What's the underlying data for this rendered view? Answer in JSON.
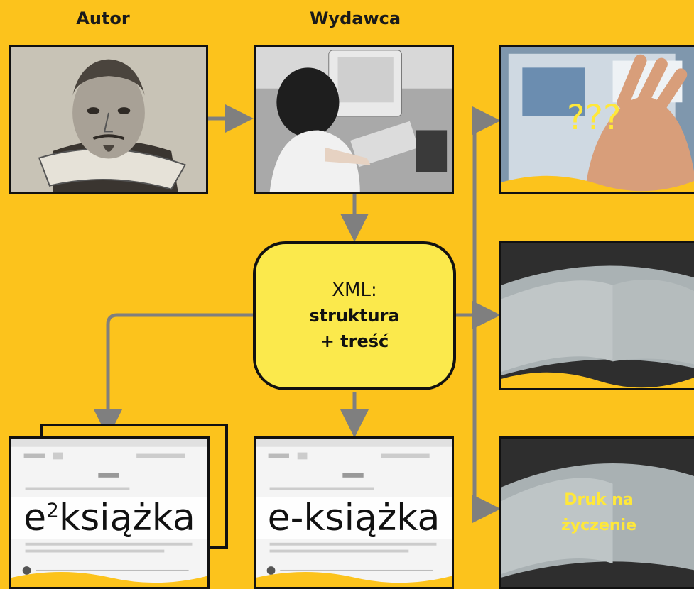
{
  "headers": {
    "author": "Autor",
    "publisher": "Wydawca"
  },
  "center_box": {
    "line1": "XML:",
    "line2": "struktura",
    "line3": "+ treść"
  },
  "outputs": {
    "unknown_label": "???",
    "print_on_demand_line1": "Druk na",
    "print_on_demand_line2": "życzenie"
  },
  "ebooks": {
    "e2_prefix": "e",
    "e2_sup": "2",
    "e2_word": "książka",
    "e_book": "e-książka"
  },
  "colors": {
    "background": "#fcc31c",
    "center_fill": "#fbe94c",
    "arrow": "#7f7f7f",
    "highlight_text": "#ffe83a"
  }
}
